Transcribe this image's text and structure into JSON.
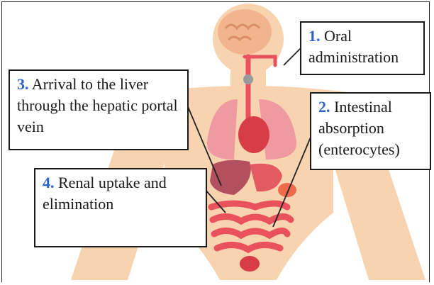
{
  "colors": {
    "skin": "#f8d3b0",
    "organ": "#e9515c",
    "organ_light": "#f08a8f",
    "liver": "#b2505f",
    "brain": "#f1b48d",
    "number_accent": "#2e62c9"
  },
  "steps": [
    {
      "number": "1.",
      "text": "Oral administration"
    },
    {
      "number": "2.",
      "text": "Intestinal absorption (enterocytes)"
    },
    {
      "number": "3.",
      "text": "Arrival to the liver through the hepatic portal vein"
    },
    {
      "number": "4.",
      "text": "Renal uptake and elimination"
    }
  ]
}
